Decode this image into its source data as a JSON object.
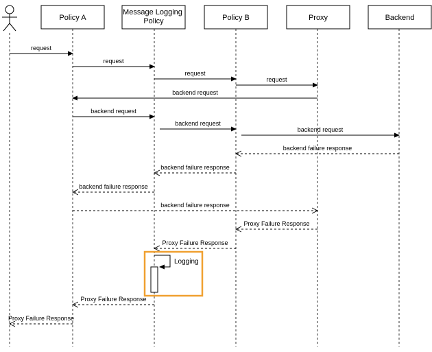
{
  "participants": [
    {
      "id": "actor",
      "label": ""
    },
    {
      "id": "policy_a",
      "label": "Policy A"
    },
    {
      "id": "msg_logging",
      "label": "Message Logging\nPolicy"
    },
    {
      "id": "policy_b",
      "label": "Policy B"
    },
    {
      "id": "proxy",
      "label": "Proxy"
    },
    {
      "id": "backend",
      "label": "Backend"
    }
  ],
  "messages": [
    {
      "from": "actor",
      "to": "policy_a",
      "label": "request",
      "style": "solid"
    },
    {
      "from": "policy_a",
      "to": "msg_logging",
      "label": "request",
      "style": "solid"
    },
    {
      "from": "msg_logging",
      "to": "policy_b",
      "label": "request",
      "style": "solid"
    },
    {
      "from": "policy_b",
      "to": "proxy",
      "label": "request",
      "style": "solid"
    },
    {
      "from": "proxy",
      "to": "policy_a",
      "label": "backend request",
      "style": "solid"
    },
    {
      "from": "policy_a",
      "to": "msg_logging",
      "label": "backend request",
      "style": "solid"
    },
    {
      "from": "msg_logging",
      "to": "policy_b",
      "label": "backend request",
      "style": "solid"
    },
    {
      "from": "policy_b",
      "to": "backend",
      "label": "backend request",
      "style": "solid"
    },
    {
      "from": "backend",
      "to": "policy_b",
      "label": "backend failure response",
      "style": "dashed"
    },
    {
      "from": "policy_b",
      "to": "msg_logging",
      "label": "backend failure response",
      "style": "dashed"
    },
    {
      "from": "msg_logging",
      "to": "policy_a",
      "label": "backend failure response",
      "style": "dashed"
    },
    {
      "from": "policy_a",
      "to": "proxy",
      "label": "backend failure response",
      "style": "dashed"
    },
    {
      "from": "proxy",
      "to": "policy_b",
      "label": "Proxy Failure Response",
      "style": "dashed"
    },
    {
      "from": "policy_b",
      "to": "msg_logging",
      "label": "Proxy Failure Response",
      "style": "dashed"
    },
    {
      "from": "msg_logging",
      "to": "policy_a",
      "label": "Proxy Failure Response",
      "style": "dashed"
    },
    {
      "from": "policy_a",
      "to": "actor",
      "label": "Proxy Failure Response",
      "style": "dashed"
    }
  ],
  "self_call": {
    "participant": "msg_logging",
    "label": "Logging"
  },
  "colors": {
    "highlight": "#f0a030",
    "line": "#000000"
  }
}
